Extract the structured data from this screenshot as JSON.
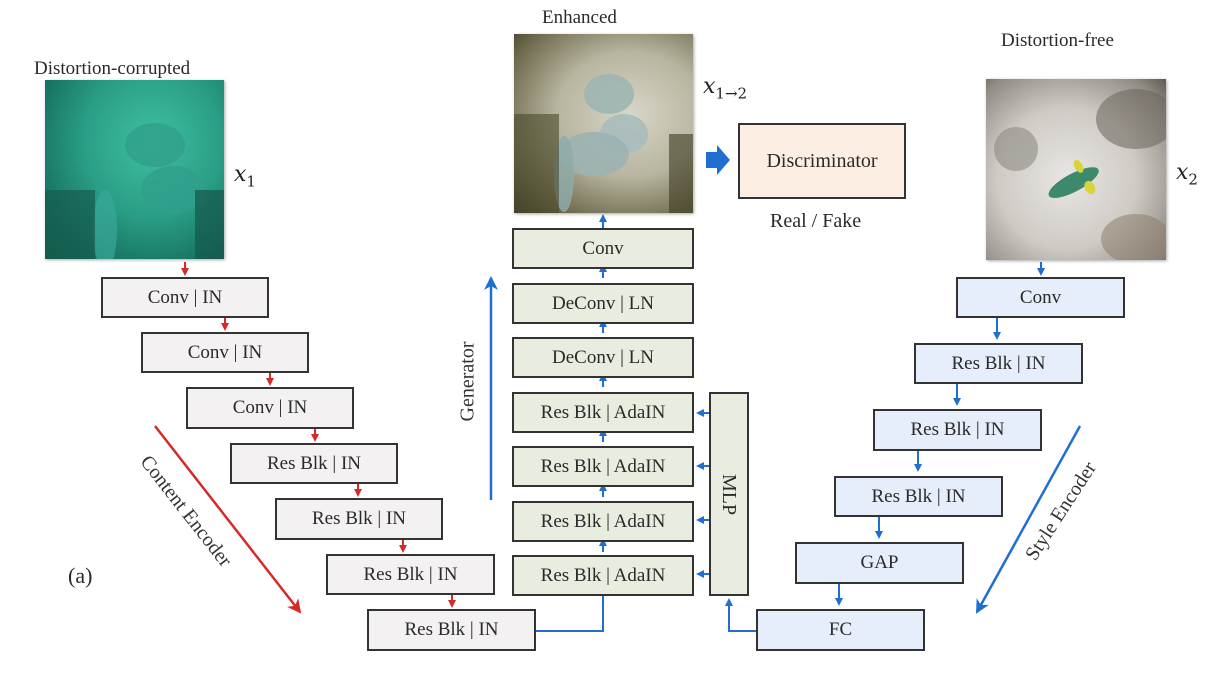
{
  "figure_label": "(a)",
  "images": {
    "input": {
      "caption": "Distortion-corrupted",
      "symbol": "x",
      "subscript": "1"
    },
    "enhanced": {
      "caption": "Enhanced",
      "symbol": "x",
      "subscript": "1→2"
    },
    "reference": {
      "caption": "Distortion-free",
      "symbol": "x",
      "subscript": "2"
    }
  },
  "content_encoder": {
    "label": "Content Encoder",
    "blocks": [
      "Conv | IN",
      "Conv | IN",
      "Conv | IN",
      "Res Blk | IN",
      "Res Blk | IN",
      "Res Blk | IN",
      "Res Blk | IN"
    ]
  },
  "generator": {
    "label": "Generator",
    "blocks_top_to_bottom": [
      "Conv",
      "DeConv | LN",
      "DeConv | LN",
      "Res Blk | AdaIN",
      "Res Blk | AdaIN",
      "Res Blk | AdaIN",
      "Res Blk | AdaIN"
    ],
    "mlp_label": "MLP"
  },
  "style_encoder": {
    "label": "Style Encoder",
    "blocks": [
      "Conv",
      "Res Blk | IN",
      "Res Blk | IN",
      "Res Blk | IN",
      "GAP",
      "FC"
    ]
  },
  "discriminator": {
    "label": "Discriminator",
    "output_label": "Real / Fake"
  },
  "colors": {
    "content_arrow": "#d42a2a",
    "flow_arrow": "#1f6fd1",
    "gray_block": "#f3f1f2",
    "green_block": "#e8eddf",
    "blue_block": "#e6eefb",
    "discriminator_fill": "#fdeee4"
  }
}
